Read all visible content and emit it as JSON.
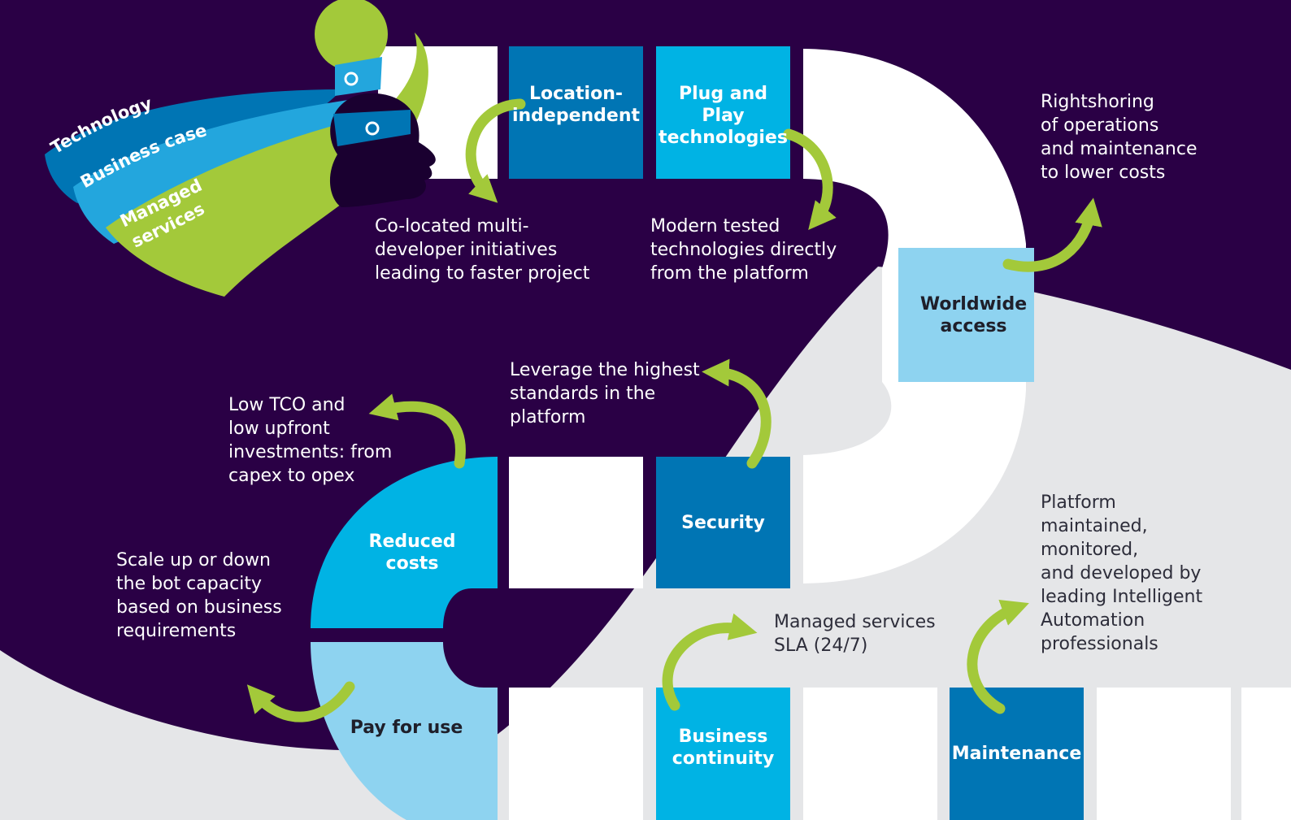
{
  "colors": {
    "deep_purple": "#2a0045",
    "light_gray": "#e5e6e8",
    "white": "#ffffff",
    "blue_mid": "#0075b4",
    "blue_bright": "#00b3e4",
    "blue_light": "#8ed3f0",
    "lime": "#a3c93a"
  },
  "icons": [
    "puzzle-head-icon",
    "curved-arrow-icon"
  ],
  "swoosh": {
    "technology": "Technology",
    "business_case": "Business case",
    "managed_services_1": "Managed",
    "managed_services_2": "services"
  },
  "tiles": {
    "location_independent": "Location-\nindependent",
    "plug_and_play": "Plug and Play\ntechnologies",
    "worldwide_access": "Worldwide\naccess",
    "security": "Security",
    "reduced_costs": "Reduced\ncosts",
    "pay_for_use": "Pay for use",
    "business_continuity": "Business\ncontinuity",
    "maintenance": "Maintenance"
  },
  "notes": {
    "co_located": "Co-located multi-\ndeveloper initiatives\nleading to faster project",
    "modern_tested": "Modern tested\ntechnologies directly\nfrom the platform",
    "rightshoring": "Rightshoring\nof operations\nand maintenance\nto lower costs",
    "leverage": "Leverage the highest\nstandards in the\nplatform",
    "low_tco": "Low TCO and\nlow upfront\ninvestments: from\ncapex to opex",
    "scale": "Scale up or down\nthe bot capacity\nbased on business\nrequirements",
    "managed_sla": "Managed services\nSLA (24/7)",
    "platform_maintained": "Platform\nmaintained,\nmonitored,\nand developed by\nleading Intelligent\nAutomation\nprofessionals"
  }
}
